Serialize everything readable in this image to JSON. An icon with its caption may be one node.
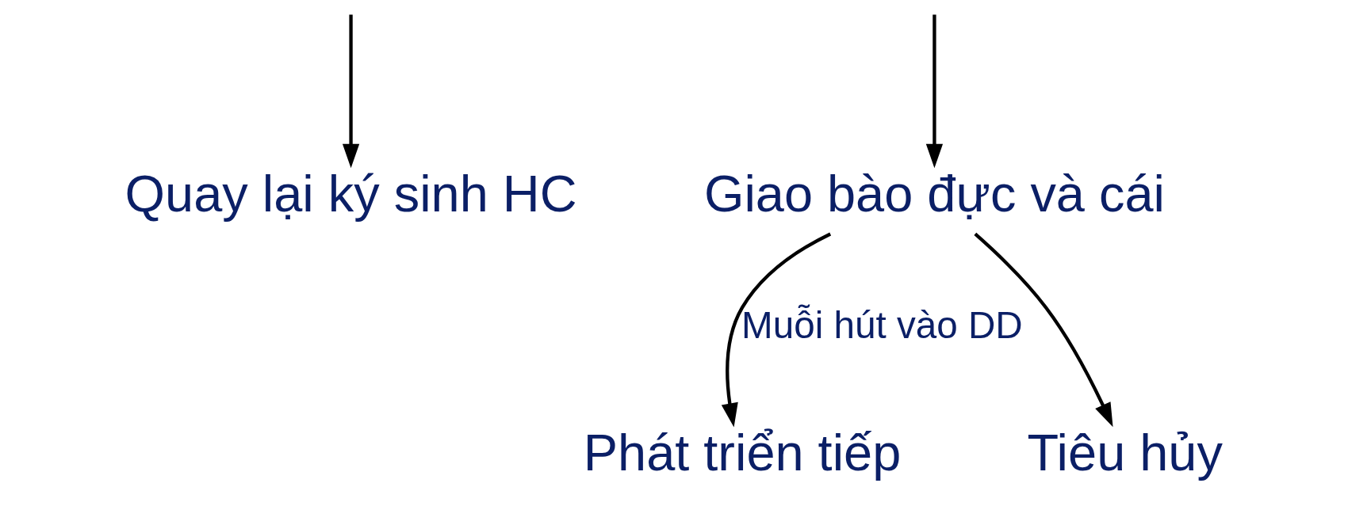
{
  "diagram": {
    "nodes": [
      {
        "text": [
          "Quay lại ký sinh HC"
        ]
      },
      {
        "text": [
          "Giao bào đực và cái"
        ]
      },
      {
        "text": [
          "Phát triển tiếp"
        ]
      },
      {
        "text": [
          "Tiêu hủy"
        ]
      }
    ],
    "edges": [
      {
        "from": null,
        "to": 0,
        "arrow": "to"
      },
      {
        "from": null,
        "to": 1,
        "arrow": "to"
      },
      {
        "from": 1,
        "to": 2,
        "arrow": "to",
        "label": "Muỗi hút vào DD"
      },
      {
        "from": 1,
        "to": 3,
        "arrow": "to"
      }
    ]
  }
}
